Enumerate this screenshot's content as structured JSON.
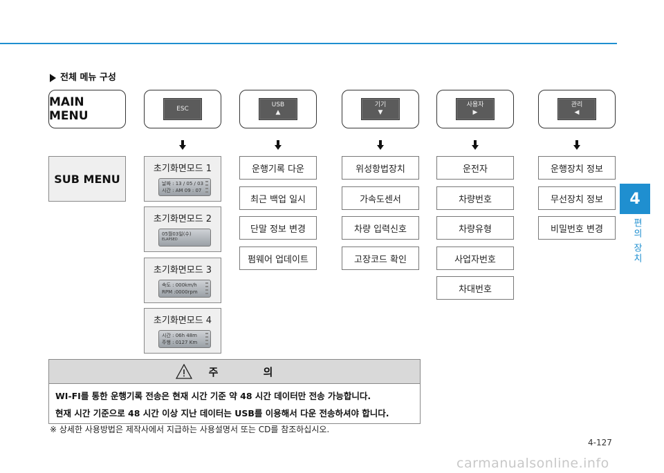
{
  "chapter": {
    "number": "4",
    "label": "편의 장치"
  },
  "section_title": "전체 메뉴 구성",
  "main_menu_label": "MAIN MENU",
  "sub_menu_label": "SUB MENU",
  "device_buttons": [
    {
      "top": "ESC",
      "bottom": ""
    },
    {
      "top": "USB",
      "bottom": "▲"
    },
    {
      "top": "기기",
      "bottom": "▼"
    },
    {
      "top": "사용자",
      "bottom": "▶"
    },
    {
      "top": "관리",
      "bottom": "◀"
    }
  ],
  "esc_screens": [
    {
      "title": "초기화면모드 1",
      "lcd": [
        "날짜 : 13 / 05 / 03",
        "시간 : AM  09 : 07"
      ]
    },
    {
      "title": "초기화면모드 2",
      "lcd": [
        "05월03일(수)",
        "ELAPSED"
      ]
    },
    {
      "title": "초기화면모드 3",
      "lcd": [
        "속도 : 000km/h",
        "RPM :0000rpm"
      ]
    },
    {
      "title": "초기화면모드 4",
      "lcd": [
        "시간 : 06h 48m",
        "주행 : 0127 Km"
      ]
    }
  ],
  "usb_items": [
    "운행기록 다운",
    "최근 백업 일시",
    "단말 정보 변경",
    "펌웨어 업데이트"
  ],
  "device_items": [
    "위성항법장치",
    "가속도센서",
    "차량 입력신호",
    "고장코드 확인"
  ],
  "user_items": [
    "운전자",
    "차량번호",
    "차량유형",
    "사업자번호",
    "차대번호"
  ],
  "admin_items": [
    "운행장치 정보",
    "무선장치 정보",
    "비밀번호 변경"
  ],
  "caution": {
    "title": "주 의",
    "lines": [
      "WI-FI를 통한 운행기록 전송은 현재 시간 기준 약 48 시간 데이터만 전송 가능합니다.",
      "현재 시간 기준으로 48 시간 이상  지난 데이터는 USB를 이용해서 다운 전송하셔야 합니다."
    ]
  },
  "note": "※ 상세한 사용방법은 제작사에서 지급하는 사용설명서 또는 CD를 참조하십시오.",
  "page_number": "4-127",
  "watermark": "carmanualsonline.info"
}
